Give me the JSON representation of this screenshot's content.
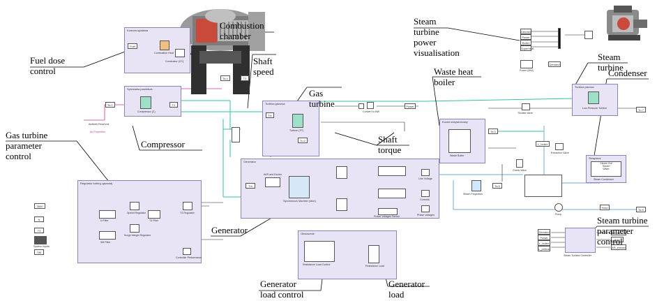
{
  "callouts": {
    "combustion_chamber": [
      "Combustion",
      "chamber"
    ],
    "fuel_dose_control": [
      "Fuel dose",
      "control"
    ],
    "shaft_speed": [
      "Shaft",
      "speed"
    ],
    "gas_turbine": [
      "Gas",
      "turbine"
    ],
    "steam_turbine_power_visualisation": [
      "Steam",
      "turbine",
      "power",
      "visualisation"
    ],
    "steam_turbine": [
      "Steam",
      "turbine"
    ],
    "waste_heat_boiler": [
      "Waste heat",
      "boiler"
    ],
    "condenser": [
      "Condenser"
    ],
    "shaft_torque": [
      "Shaft",
      "torque"
    ],
    "compressor": [
      "Compressor"
    ],
    "gas_turbine_parameter_control": [
      "Gas turbine",
      "parameter",
      "control"
    ],
    "generator": [
      "Generator"
    ],
    "generator_load_control": [
      "Generator",
      "load control"
    ],
    "generator_load": [
      "Generator",
      "load"
    ],
    "steam_turbine_parameter_control": [
      "Steam turbine",
      "parameter",
      "control"
    ]
  },
  "subsystems": {
    "combustion": {
      "title": "Komora spalania",
      "block": "Combustion Heat",
      "block2": "Combustor (CC)",
      "input": "Fuel"
    },
    "compressor": {
      "title": "Sprezarka powietrza",
      "block": "Compressor (C)",
      "out": "T2",
      "in_tag": "Ta 1",
      "src": "Ambient Reservoir",
      "props": "Air Properties"
    },
    "gas_turbine": {
      "title": "Turbina gazowa",
      "block": "Turbine (TP)",
      "in": "Tin",
      "tag": "Tu 2"
    },
    "generator": {
      "title": "Generator",
      "block": "Synchronous Machine (abcn)",
      "avr": "AVR and Exciter",
      "sensor": "Phase Voltages Sensor",
      "scope1": "Line Voltage",
      "scope2": "Currents",
      "scope3": "Phase Voltages",
      "in": "Tm"
    },
    "regulator": {
      "title": "Regulator turbiny gazowej",
      "speed_reg": "Speed Regulator",
      "t3_reg": "T3 Regulator",
      "t3_filter": "T3 Filter",
      "n_filter": "N Filter",
      "surge_reg": "Surge Margin Regulator",
      "sm_filter": "SM Filter",
      "inputs_label": "System Inputs",
      "out": "Controller Performance",
      "in1": "3600",
      "in2": "N",
      "in3": "T3",
      "in4": "SM"
    },
    "load": {
      "title": "Obciazenie",
      "ctrl": "Resistance Load Control",
      "load": "Resistance Load"
    },
    "boiler": {
      "title": "Kociol odzysknicowy",
      "block": "Waste Boiler",
      "steam_props": "Steam Properties",
      "valve": "Throttle Valve",
      "check": "Check Valve"
    },
    "steam_turbine": {
      "title": "Turbina parowa",
      "block": "Low-Pressure Turbine",
      "tag": "Tu 7"
    },
    "condenser": {
      "title": "Skraplacz",
      "block": "Steam Condenser",
      "rows": [
        "Steam Out",
        "Steam",
        "Water"
      ],
      "ext_valve": "Extraction Valve",
      "pump": "Pump"
    },
    "steam_ctrl": {
      "inputs": [
        "Demand",
        "Power",
        "L_boiler",
        "L_pretrad"
      ],
      "block": "Steam Turbine Controller",
      "outs": [
        "AR_throttle",
        "Hotcl",
        "AR_extract"
      ]
    },
    "power_vis": {
      "inputs": [
        "Demand",
        "Power",
        "Boiler",
        "Superheat"
      ],
      "block": "Power (MW)",
      "tag": "Demand"
    }
  },
  "tags": {
    "gas_power_out": "Power",
    "torque_calc": "Convert to MW",
    "ta4": "Ta 4",
    "ta5": "Ta 5",
    "ta6": "Ta 6",
    "ta8": "Ta 8",
    "t3": "T3",
    "level": "L_boiler",
    "hotwell": "Hotcl"
  },
  "colors": {
    "air": "#35c0a5",
    "steam": "#7fcf9f",
    "water": "#77aadd",
    "signal": "#000000",
    "mag": "#cc3399",
    "subsys": "#e8e4f6"
  }
}
